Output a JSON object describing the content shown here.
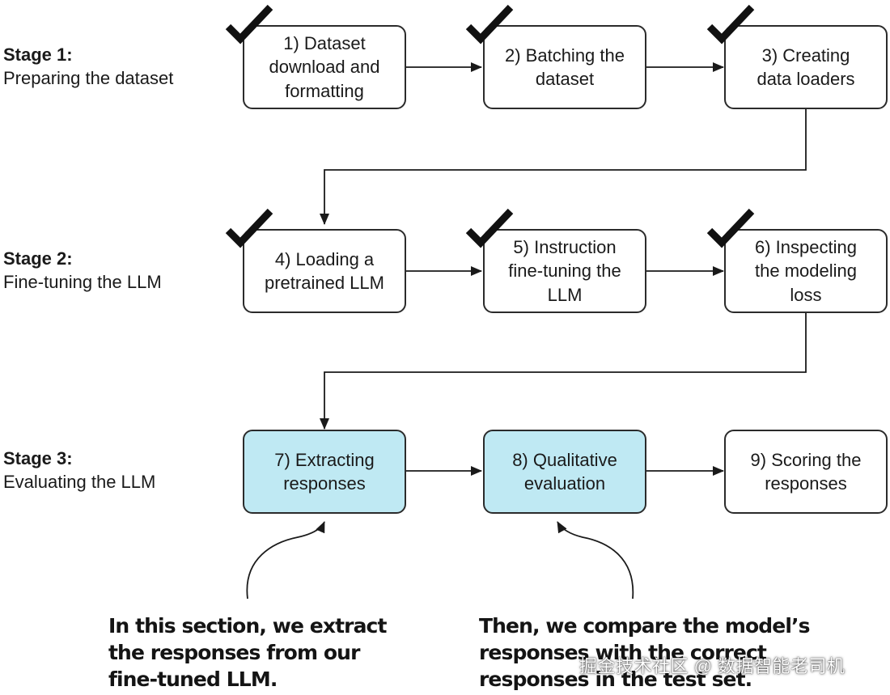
{
  "stages": [
    {
      "title": "Stage 1:",
      "subtitle": "Preparing the dataset"
    },
    {
      "title": "Stage 2:",
      "subtitle": "Fine-tuning the LLM"
    },
    {
      "title": "Stage 3:",
      "subtitle": "Evaluating the LLM"
    }
  ],
  "steps": [
    {
      "label": "1) Dataset\ndownload and\nformatting",
      "completed": true,
      "highlighted": false
    },
    {
      "label": "2) Batching the\ndataset",
      "completed": true,
      "highlighted": false
    },
    {
      "label": "3) Creating\ndata loaders",
      "completed": true,
      "highlighted": false
    },
    {
      "label": "4) Loading a\npretrained LLM",
      "completed": true,
      "highlighted": false
    },
    {
      "label": "5) Instruction\nfine-tuning the\nLLM",
      "completed": true,
      "highlighted": false
    },
    {
      "label": "6) Inspecting\nthe modeling\nloss",
      "completed": true,
      "highlighted": false
    },
    {
      "label": "7) Extracting\nresponses",
      "completed": false,
      "highlighted": true
    },
    {
      "label": "8) Qualitative\nevaluation",
      "completed": false,
      "highlighted": true
    },
    {
      "label": "9) Scoring the\nresponses",
      "completed": false,
      "highlighted": false
    }
  ],
  "annotations": [
    {
      "text": "In this section, we extract\nthe responses from our\nfine-tuned LLM.",
      "points_to_step": 7
    },
    {
      "text": "Then, we compare the model’s\nresponses with the correct\nresponses in the test set.",
      "points_to_step": 8
    }
  ],
  "colors": {
    "highlight": "#bfe9f3",
    "border": "#2b2b2b",
    "check": "#111111"
  },
  "icons": {
    "completed": "checkmark-icon"
  },
  "watermark": "掘金技术社区 @ 数据智能老司机"
}
